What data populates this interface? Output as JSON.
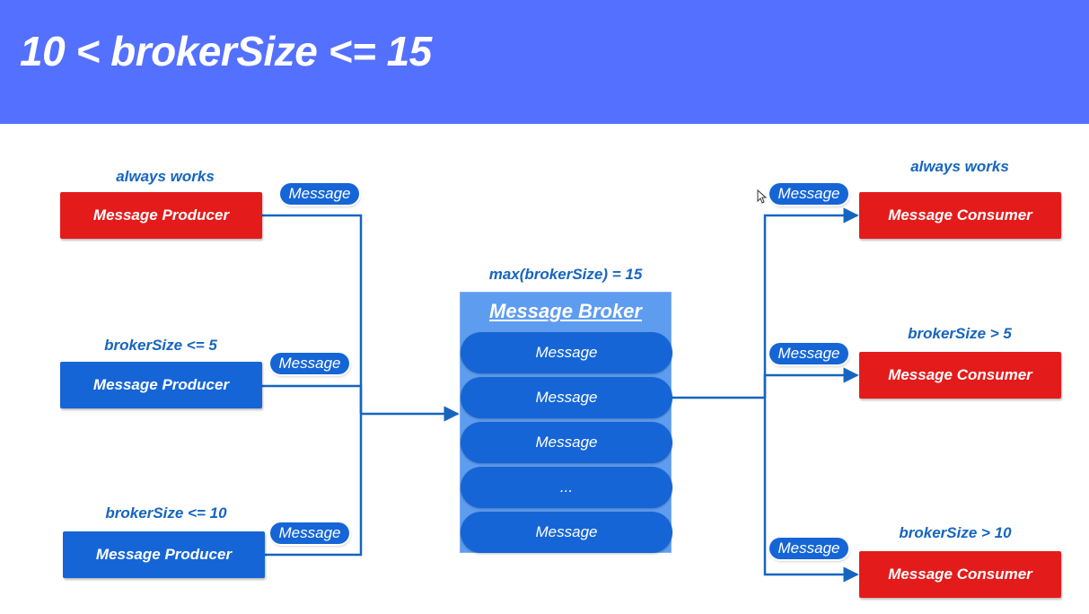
{
  "header": {
    "title": "10 < brokerSize <= 15"
  },
  "producers": [
    {
      "condition": "always works",
      "label": "Message Producer",
      "message": "Message",
      "color": "#e41b1b"
    },
    {
      "condition": "brokerSize <= 5",
      "label": "Message Producer",
      "message": "Message",
      "color": "#1565d6"
    },
    {
      "condition": "brokerSize <= 10",
      "label": "Message Producer",
      "message": "Message",
      "color": "#1565d6"
    }
  ],
  "broker": {
    "caption": "max(brokerSize) = 15",
    "title": "Message Broker",
    "queue": [
      "Message",
      "Message",
      "Message",
      "...",
      "Message"
    ]
  },
  "consumers": [
    {
      "condition": "always works",
      "label": "Message Consumer",
      "message": "Message",
      "color": "#e41b1b"
    },
    {
      "condition": "brokerSize > 5",
      "label": "Message Consumer",
      "message": "Message",
      "color": "#e41b1b"
    },
    {
      "condition": "brokerSize > 10",
      "label": "Message Consumer",
      "message": "Message",
      "color": "#e41b1b"
    }
  ],
  "colors": {
    "header": "#5470ff",
    "wire": "#1565c0",
    "broker_bg": "#5e9cf0"
  }
}
